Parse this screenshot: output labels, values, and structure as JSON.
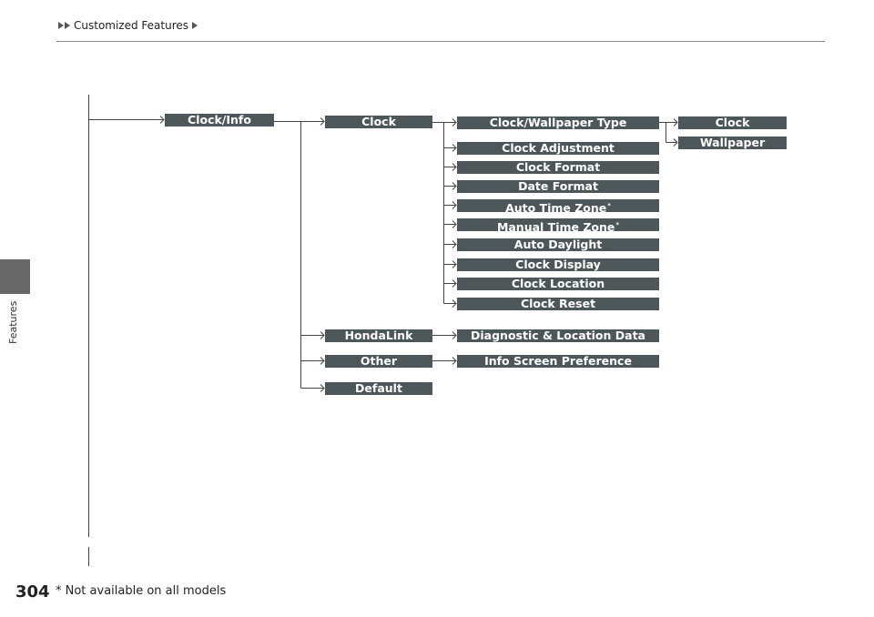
{
  "breadcrumb": {
    "label": "Customized Features"
  },
  "side_tab": {
    "label": "Features"
  },
  "page_number": "304",
  "footnote": "* Not available on all models",
  "menu": {
    "root": "Clock/Info",
    "clock": {
      "label": "Clock",
      "items": {
        "wallpaper_type": "Clock/Wallpaper Type",
        "clock_adjustment": "Clock Adjustment",
        "clock_format": "Clock Format",
        "date_format": "Date Format",
        "auto_time_zone": "Auto Time Zone",
        "manual_time_zone": "Manual Time Zone",
        "auto_daylight": "Auto Daylight",
        "clock_display": "Clock Display",
        "clock_location": "Clock Location",
        "clock_reset": "Clock Reset"
      },
      "wallpaper_types": {
        "clock": "Clock",
        "wallpaper": "Wallpaper"
      }
    },
    "hondalink": {
      "label": "HondaLink",
      "item": "Diagnostic & Location Data"
    },
    "other": {
      "label": "Other",
      "item": "Info Screen Preference"
    },
    "default": {
      "label": "Default"
    },
    "asterisk": "*"
  },
  "colors": {
    "box": "#4d5658",
    "line": "#444444",
    "side_tab": "#686868"
  }
}
